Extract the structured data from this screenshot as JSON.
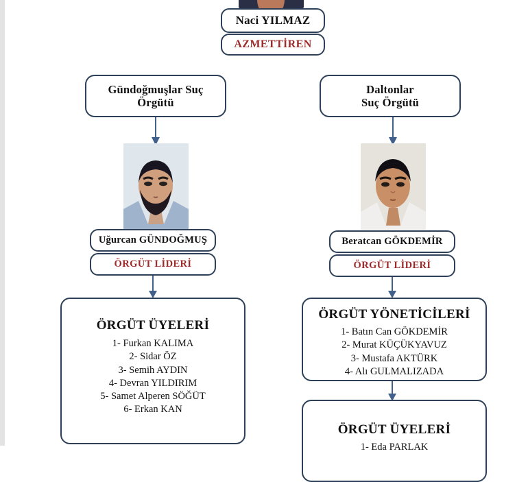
{
  "document": {
    "language": "tr",
    "kind": "organizational-chart",
    "colors": {
      "box_border": "#2e4057",
      "role_text": "#9e2b2b",
      "name_text": "#111111",
      "connector": "#41618c",
      "background": "#ffffff"
    }
  },
  "instigator": {
    "name": "Naci YILMAZ",
    "role": "AZMETTİREN"
  },
  "branches": [
    {
      "id": "gundogmuslar",
      "organization": {
        "line1": "Gündoğmuşlar Suç",
        "line2": "Örgütü"
      },
      "photo_alt": "bearded-man-id-photo",
      "leader": {
        "name": "Uğurcan GÜNDOĞMUŞ",
        "role": "ÖRGÜT LİDERİ"
      },
      "members_box": {
        "heading": "ÖRGÜT ÜYELERİ",
        "members": [
          "1- Furkan KALIMA",
          "2- Sidar ÖZ",
          "3- Semih AYDIN",
          "4- Devran YILDIRIM",
          "5- Samet Alperen SÖĞÜT",
          "6- Erkan KAN"
        ]
      }
    },
    {
      "id": "daltonlar",
      "organization": {
        "line1": "Daltonlar",
        "line2": "Suç Örgütü"
      },
      "photo_alt": "young-man-id-photo",
      "leader": {
        "name": "Beratcan GÖKDEMİR",
        "role": "ÖRGÜT LİDERİ"
      },
      "managers_box": {
        "heading": "ÖRGÜT YÖNETİCİLERİ",
        "members": [
          "1- Batın Can GÖKDEMİR",
          "2- Murat KÜÇÜKYAVUZ",
          "3- Mustafa AKTÜRK",
          "4- Alı GULMALIZADA"
        ]
      },
      "members_box": {
        "heading": "ÖRGÜT ÜYELERİ",
        "members": [
          "1- Eda PARLAK"
        ]
      }
    }
  ]
}
